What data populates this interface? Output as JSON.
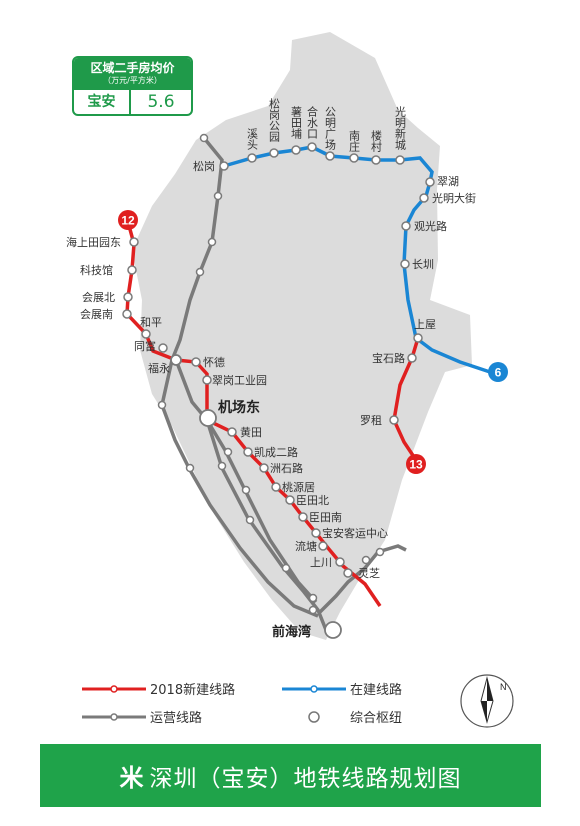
{
  "price": {
    "title": "区域二手房均价",
    "unit": "（万元/平方米）",
    "area": "宝安",
    "value": "5.6"
  },
  "colors": {
    "new_2018": "#e02020",
    "under_construction": "#1a86d4",
    "operating": "#7a7a7a",
    "region": "#dcdcdc",
    "brand_green": "#1fa34a"
  },
  "line_badges": {
    "line12": "12",
    "line13": "13",
    "line6": "6"
  },
  "stations": {
    "songgang": "松岗",
    "xitou": "溪头",
    "songganggongyuan": "松岗公园",
    "shutianpu": "薯田埔",
    "heshuikou": "合水口",
    "gongmingguangchang": "公明广场",
    "nanzhuang": "南庄",
    "loucun": "楼村",
    "guangmingxincheng": "光明新城",
    "cuihu": "翠湖",
    "guangmingdajie": "光明大街",
    "guanguanglu": "观光路",
    "changzhen": "长圳",
    "shangwu": "上屋",
    "baoshilu": "宝石路",
    "luozu": "罗租",
    "haishangtianyuandong": "海上田园东",
    "kejiguan": "科技馆",
    "huizhanbei": "会展北",
    "huizhannan": "会展南",
    "heping": "和平",
    "tongfu": "同富",
    "fuyong": "福永",
    "huaide": "怀德",
    "cuiganggongyeyuan": "翠岗工业园",
    "jichangdong": "机场东",
    "huangtian": "黄田",
    "kaichengerlu": "凯成二路",
    "zhoushilu": "洲石路",
    "taoyuanju": "桃源居",
    "chentianbei": "臣田北",
    "chentiannan": "臣田南",
    "baoankeyunzhongxin": "宝安客运中心",
    "liutang": "流塘",
    "shangchuan": "上川",
    "lingzhi": "灵芝",
    "qianhaiwan": "前海湾"
  },
  "legend": {
    "new_2018": "2018新建线路",
    "under_construction": "在建线路",
    "operating": "运营线路",
    "hub": "综合枢纽"
  },
  "compass": {
    "north": "N"
  },
  "footer": {
    "logo": "米",
    "title": "深圳（宝安）地铁线路规划图"
  }
}
